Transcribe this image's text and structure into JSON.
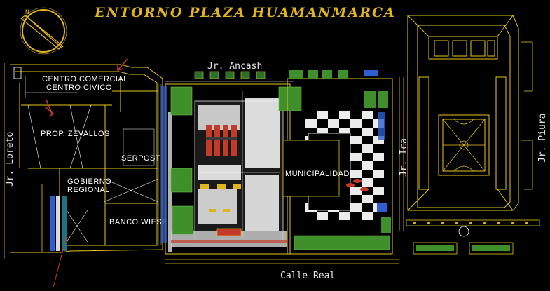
{
  "title": "ENTORNO PLAZA HUAMANMARCA",
  "colors": {
    "background": "#000000",
    "title": "#e0b41c",
    "outline": "#e8c61a",
    "white_line": "#ffffff",
    "green": "#3f8f2a",
    "red": "#c33a28",
    "blue": "#2d5fd0",
    "cyan": "#35c0d8"
  },
  "labels": {
    "centro_comercial": "CENTRO COMERCIAL",
    "centro_civico": "CENTRO CIVICO",
    "prop_zevallos": "PROP. ZEVALLOS",
    "serpost": "SERPOST",
    "gobierno": "GOBIERNO",
    "regional": "REGIONAL",
    "banco_wiese": "BANCO WIESE",
    "municipalidad": "MUNICIPALIDAD"
  },
  "streets": {
    "ancash": "Jr. Ancash",
    "loreto": "Jr. Loreto",
    "ica": "Jr. Ica",
    "piura": "Jr. Piura",
    "calle_real": "Calle Real"
  },
  "icons": [
    "north-arrow-icon",
    "section-arrow-icon",
    "tree-icon",
    "fountain-icon",
    "sports-court-icon"
  ]
}
